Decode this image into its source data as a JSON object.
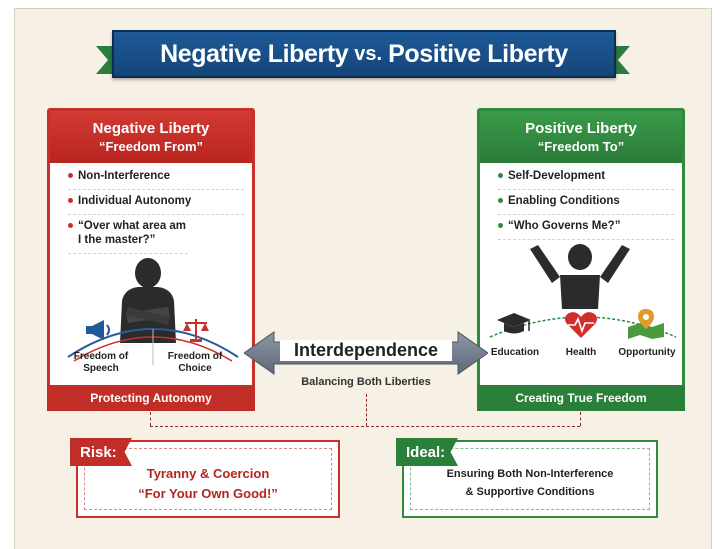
{
  "title": {
    "main1": "Negative Liberty",
    "vs": "vs.",
    "main2": "Positive Liberty"
  },
  "negative": {
    "heading": "Negative Liberty",
    "subheading": "“Freedom From”",
    "bullets": [
      "Non-Interference",
      "Individual Autonomy",
      "“Over what area am I the master?”"
    ],
    "icons": [
      {
        "name": "megaphone-icon",
        "label": "Freedom of Speech"
      },
      {
        "name": "scales-icon",
        "label": "Freedom of Choice"
      }
    ],
    "footer": "Protecting Autonomy"
  },
  "positive": {
    "heading": "Positive Liberty",
    "subheading": "“Freedom To”",
    "bullets": [
      "Self-Development",
      "Enabling Conditions",
      "“Who Governs Me?”"
    ],
    "icons": [
      {
        "name": "graduation-cap-icon",
        "label": "Education"
      },
      {
        "name": "heart-icon",
        "label": "Health"
      },
      {
        "name": "map-pin-icon",
        "label": "Opportunity"
      }
    ],
    "footer": "Creating True Freedom"
  },
  "center": {
    "label": "Interdependence",
    "sublabel": "Balancing Both Liberties"
  },
  "risk": {
    "tag": "Risk:",
    "line1": "Tyranny & Coercion",
    "line2": "“For Your Own Good!”"
  },
  "ideal": {
    "tag": "Ideal:",
    "line1": "Ensuring Both Non-Interference",
    "line2": "& Supportive Conditions"
  },
  "colors": {
    "navy": "#15406e",
    "red": "#c9302c",
    "green": "#2f8a3e",
    "background": "#f6f1e4"
  }
}
